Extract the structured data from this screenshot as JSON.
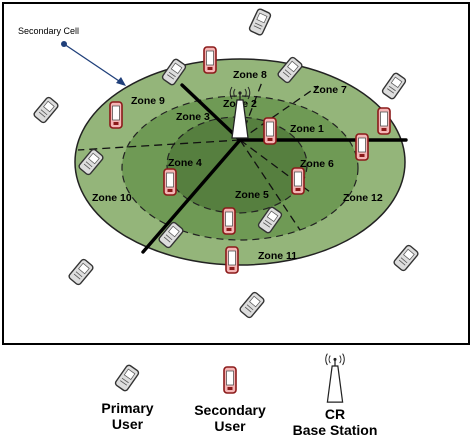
{
  "diagram": {
    "secondary_cell_label": "Secondary Cell",
    "zones": [
      {
        "id": "zone-1",
        "label": "Zone 1"
      },
      {
        "id": "zone-2",
        "label": "Zone 2"
      },
      {
        "id": "zone-3",
        "label": "Zone 3"
      },
      {
        "id": "zone-4",
        "label": "Zone 4"
      },
      {
        "id": "zone-5",
        "label": "Zone 5"
      },
      {
        "id": "zone-6",
        "label": "Zone 6"
      },
      {
        "id": "zone-7",
        "label": "Zone 7"
      },
      {
        "id": "zone-8",
        "label": "Zone 8"
      },
      {
        "id": "zone-9",
        "label": "Zone 9"
      },
      {
        "id": "zone-10",
        "label": "Zone 10"
      },
      {
        "id": "zone-11",
        "label": "Zone 11"
      },
      {
        "id": "zone-12",
        "label": "Zone 12"
      }
    ],
    "colors": {
      "outer_ring": "#94b57a",
      "middle_ring": "#6f9a55",
      "inner_ring": "#567f3f",
      "secondary_user_body": "#f4b5b5",
      "primary_user_body": "#dddddd",
      "arrow": "#1f3f7a"
    }
  },
  "legend": {
    "primary_user": {
      "line1": "Primary",
      "line2": "User",
      "icon": "primary-user-icon"
    },
    "secondary_user": {
      "line1": "Secondary",
      "line2": "User",
      "icon": "secondary-user-icon"
    },
    "base_station": {
      "line1": "CR",
      "line2": "Base Station",
      "icon": "base-station-icon"
    }
  }
}
